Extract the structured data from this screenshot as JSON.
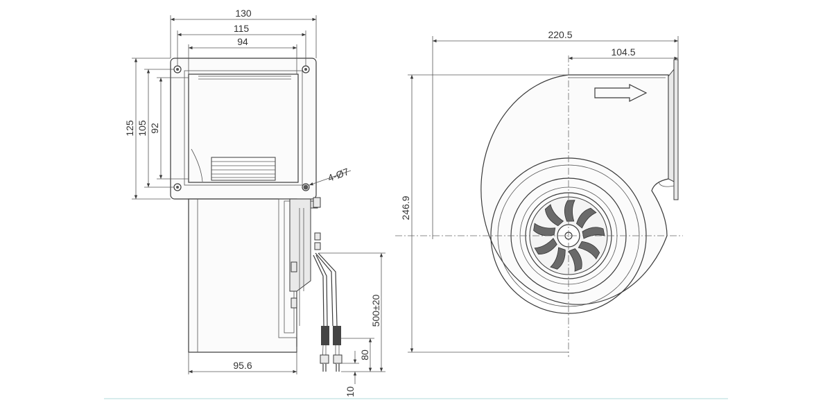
{
  "dimensions": {
    "flange_width": "130",
    "hole_spacing_w": "115",
    "opening_width": "94",
    "flange_height": "125",
    "hole_spacing_h": "105",
    "opening_height": "92",
    "holes": "4-Ø7",
    "depth": "95.6",
    "cable_length": "500±20",
    "strip_length": "80",
    "end_length": "10",
    "total_width": "220.5",
    "outlet_offset": "104.5",
    "total_height": "246.9"
  },
  "colors": {
    "line": "#3a3a3a",
    "text": "#333333",
    "bottom_rule": "#d7ecec"
  }
}
